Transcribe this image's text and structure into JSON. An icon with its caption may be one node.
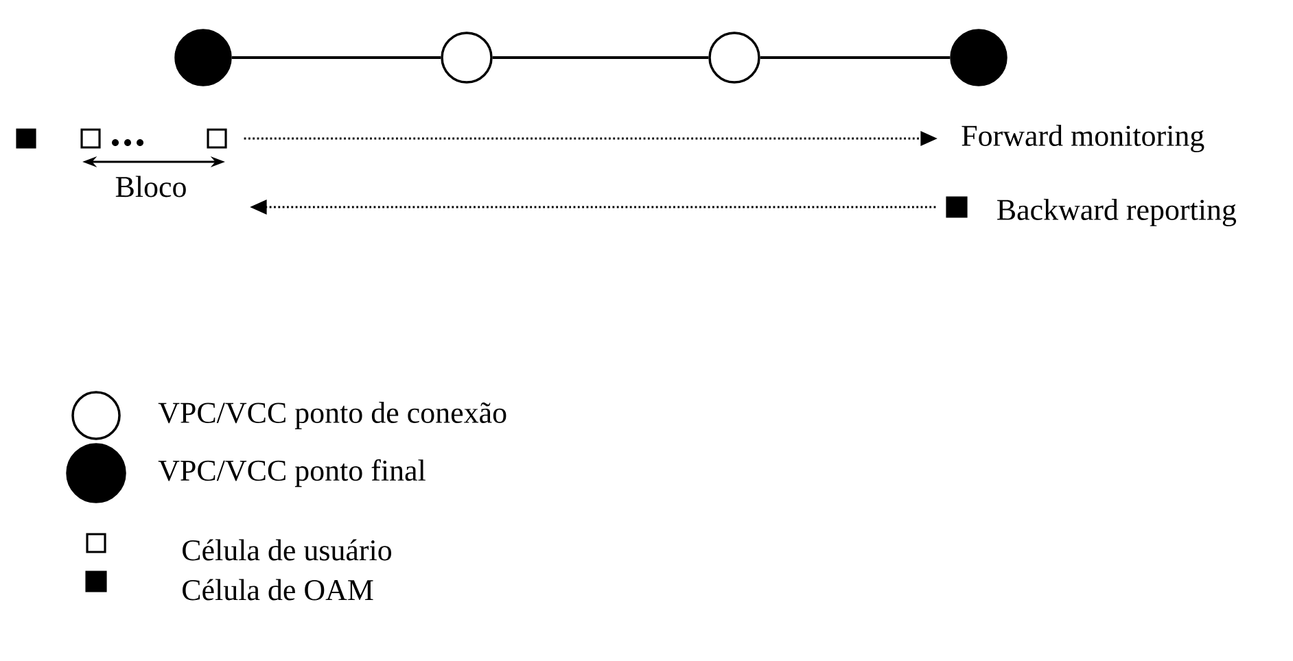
{
  "diagram": {
    "nodes": [
      {
        "text": [],
        "shape": "circle"
      },
      {
        "text": [],
        "shape": "circle"
      },
      {
        "text": [],
        "shape": "circle"
      },
      {
        "text": [],
        "shape": "circle"
      },
      {
        "text": [],
        "shape": "box"
      },
      {
        "text": [],
        "shape": "box"
      },
      {
        "text": [],
        "shape": "box"
      },
      {
        "text": [
          "Forward monitoring"
        ]
      },
      {
        "text": [],
        "shape": "box",
        "beside": [
          "Backward reporting"
        ]
      }
    ],
    "edges": [
      {
        "from": 0,
        "to": 1,
        "arrow": "none"
      },
      {
        "from": 1,
        "to": 2,
        "arrow": "none"
      },
      {
        "from": 2,
        "to": 3,
        "arrow": "none"
      },
      {
        "from": 6,
        "to": 7,
        "arrow": "to",
        "style": "dashed"
      },
      {
        "from": 8,
        "to": null,
        "arrow": "to",
        "style": "dashed"
      }
    ],
    "labels": [
      "Bloco"
    ],
    "legend": [
      {
        "text": "VPC/VCC ponto de conexão"
      },
      {
        "text": "VPC/VCC ponto final"
      },
      {
        "text": "Célula de usuário"
      },
      {
        "text": "Célula de OAM"
      }
    ]
  }
}
